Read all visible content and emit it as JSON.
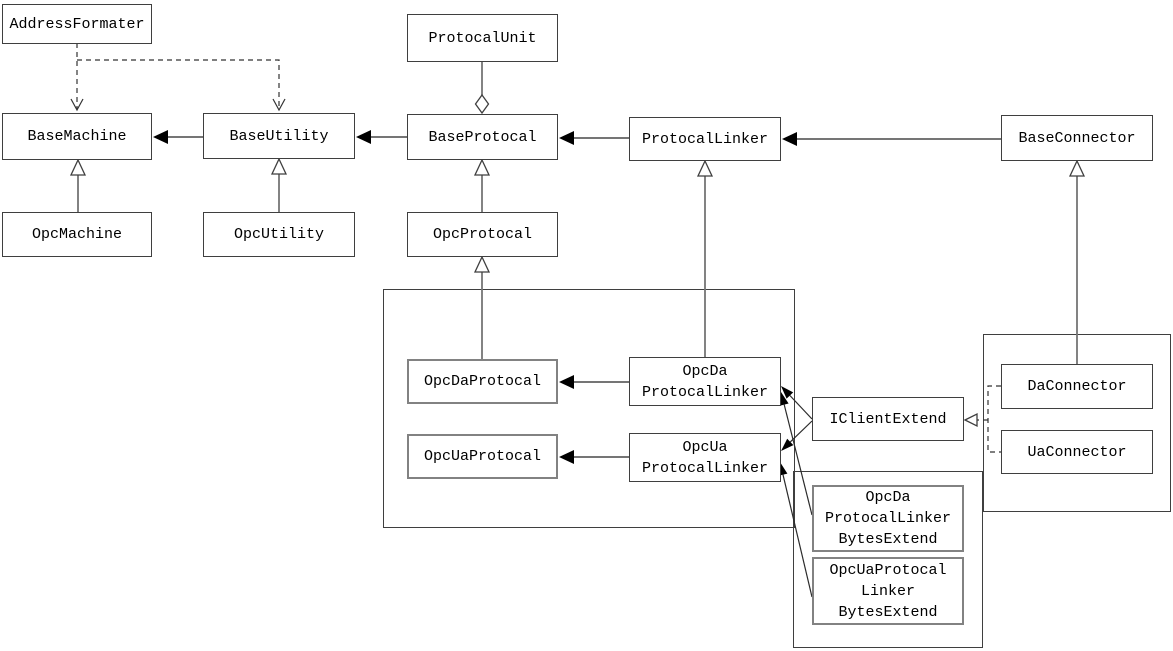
{
  "diagram": {
    "kind": "uml-class-diagram",
    "background": "#ffffff",
    "colors": {
      "box_border": "#3f3f3f",
      "thick_box_border": "#828282",
      "line": "#757575",
      "dashed_line": "#333333",
      "arrowhead": "#000000",
      "text": "#000000"
    },
    "nodes": {
      "address_formater": {
        "label": "AddressFormater"
      },
      "base_machine": {
        "label": "BaseMachine"
      },
      "base_utility": {
        "label": "BaseUtility"
      },
      "opc_machine": {
        "label": "OpcMachine"
      },
      "opc_utility": {
        "label": "OpcUtility"
      },
      "protocal_unit": {
        "label": "ProtocalUnit"
      },
      "base_protocal": {
        "label": "BaseProtocal"
      },
      "protocal_linker": {
        "label": "ProtocalLinker"
      },
      "base_connector": {
        "label": "BaseConnector"
      },
      "opc_protocal": {
        "label": "OpcProtocal"
      },
      "opc_da_protocal": {
        "label": "OpcDaProtocal"
      },
      "opc_da_protocal_linker": {
        "lines": [
          "OpcDa",
          "ProtocalLinker"
        ]
      },
      "opc_ua_protocal": {
        "label": "OpcUaProtocal"
      },
      "opc_ua_protocal_linker": {
        "lines": [
          "OpcUa",
          "ProtocalLinker"
        ]
      },
      "i_client_extend": {
        "label": "IClientExtend"
      },
      "da_connector": {
        "label": "DaConnector"
      },
      "ua_connector": {
        "label": "UaConnector"
      },
      "opc_da_protocal_linker_bytes_extend": {
        "lines": [
          "OpcDa",
          "ProtocalLinker",
          "BytesExtend"
        ]
      },
      "opc_ua_protocal_linker_bytes_extend": {
        "lines": [
          "OpcUaProtocal",
          "Linker",
          "BytesExtend"
        ]
      }
    },
    "relationships": [
      {
        "from": "AddressFormater",
        "to": "BaseMachine",
        "type": "dashed-dependency"
      },
      {
        "from": "AddressFormater",
        "to": "BaseUtility",
        "type": "dashed-dependency"
      },
      {
        "from": "BaseUtility",
        "to": "BaseMachine",
        "type": "association-filled-arrow"
      },
      {
        "from": "BaseProtocal",
        "to": "BaseUtility",
        "type": "association-filled-arrow"
      },
      {
        "from": "ProtocalLinker",
        "to": "BaseProtocal",
        "type": "association-filled-arrow"
      },
      {
        "from": "BaseConnector",
        "to": "ProtocalLinker",
        "type": "association-filled-arrow"
      },
      {
        "from": "OpcMachine",
        "to": "BaseMachine",
        "type": "inheritance"
      },
      {
        "from": "OpcUtility",
        "to": "BaseUtility",
        "type": "inheritance"
      },
      {
        "from": "OpcProtocal",
        "to": "BaseProtocal",
        "type": "inheritance"
      },
      {
        "from": "ProtocalUnit",
        "to": "BaseProtocal",
        "type": "aggregation-diamond"
      },
      {
        "from": "OpcDaProtocal",
        "to": "OpcProtocal",
        "type": "inheritance"
      },
      {
        "from": "OpcDaProtocalLinker",
        "to": "ProtocalLinker",
        "type": "inheritance"
      },
      {
        "from": "DaConnector",
        "to": "BaseConnector",
        "type": "inheritance"
      },
      {
        "from": "OpcDaProtocalLinker",
        "to": "OpcDaProtocal",
        "type": "association-filled-arrow"
      },
      {
        "from": "OpcUaProtocalLinker",
        "to": "OpcUaProtocal",
        "type": "association-filled-arrow"
      },
      {
        "from": "IClientExtend",
        "to": "OpcDaProtocalLinker",
        "type": "association-filled-arrow"
      },
      {
        "from": "IClientExtend",
        "to": "OpcUaProtocalLinker",
        "type": "association-filled-arrow"
      },
      {
        "from": "DaConnector",
        "to": "IClientExtend",
        "type": "dashed-realization"
      },
      {
        "from": "UaConnector",
        "to": "IClientExtend",
        "type": "dashed-realization"
      },
      {
        "from": "OpcDaProtocalLinkerBytesExtend",
        "to": "OpcDaProtocalLinker",
        "type": "association-filled-arrow"
      },
      {
        "from": "OpcUaProtocalLinkerBytesExtend",
        "to": "OpcUaProtocalLinker",
        "type": "association-filled-arrow"
      }
    ]
  }
}
